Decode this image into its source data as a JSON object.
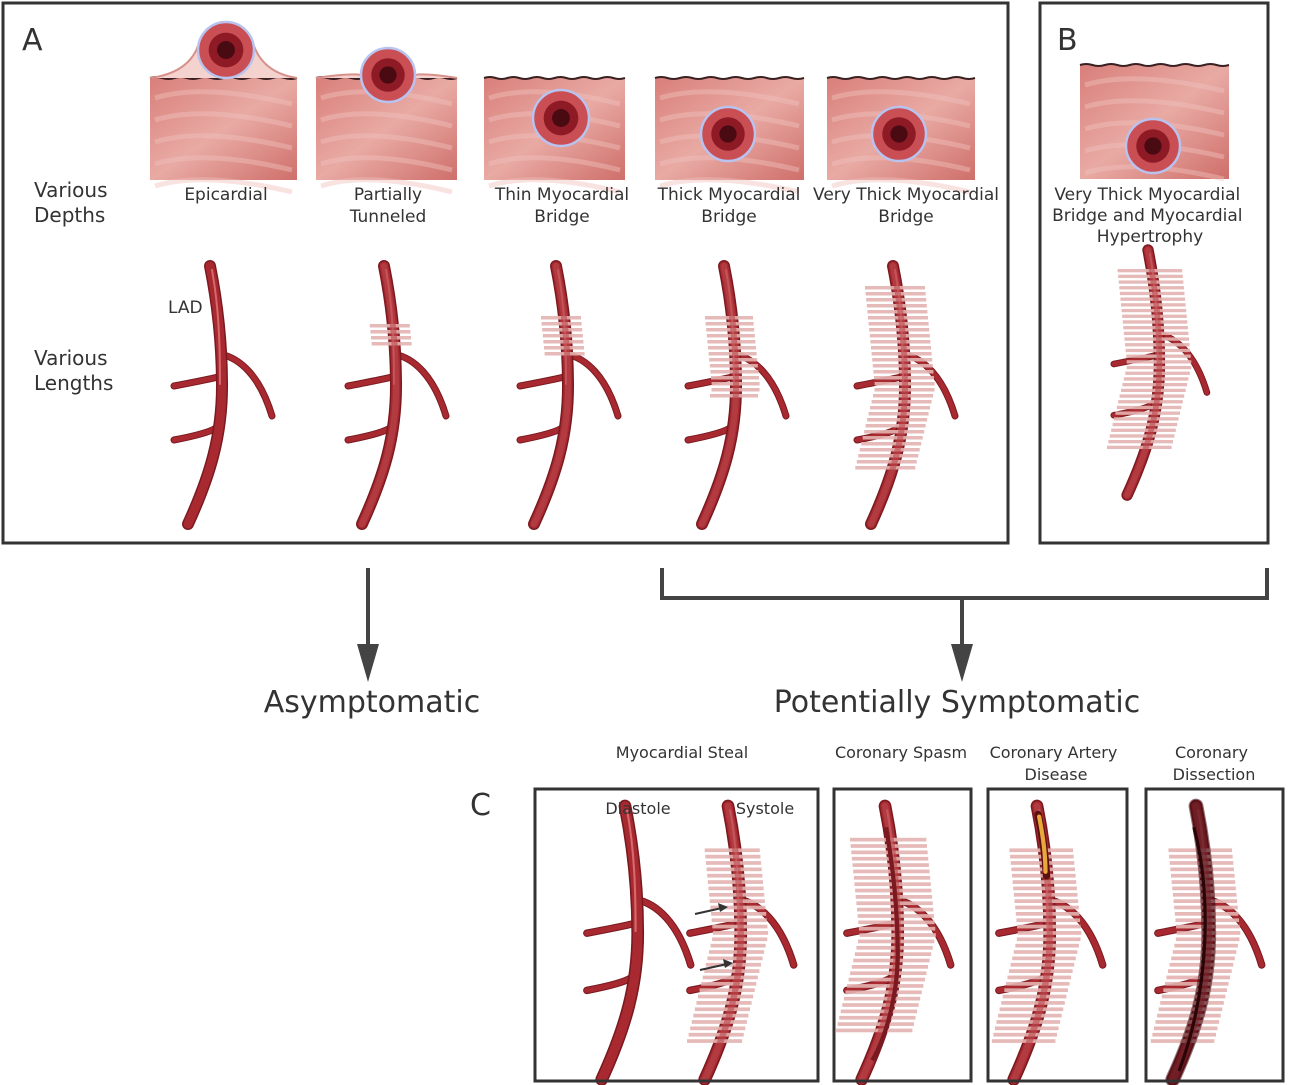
{
  "panels": {
    "a": {
      "letter": "A",
      "row_depths_label": [
        "Various",
        "Depths"
      ],
      "row_lengths_label": [
        "Various",
        "Lengths"
      ],
      "vessel_label": "LAD",
      "depth_captions": [
        [
          "Epicardial"
        ],
        [
          "Partially",
          "Tunneled"
        ],
        [
          "Thin Myocardial",
          "Bridge"
        ],
        [
          "Thick Myocardial",
          "Bridge"
        ],
        [
          "Very Thick Myocardial",
          "Bridge"
        ]
      ]
    },
    "b": {
      "letter": "B",
      "caption": [
        "Very Thick Myocardial",
        "Bridge and Myocardial",
        "Hypertrophy"
      ]
    },
    "c": {
      "letter": "C",
      "group_captions": [
        [
          "Myocardial Steal"
        ],
        [
          "Coronary Spasm"
        ],
        [
          "Coronary Artery",
          "Disease"
        ],
        [
          "Coronary",
          "Dissection"
        ]
      ],
      "steal_labels": {
        "diastole": "Diastole",
        "systole": "Systole"
      }
    }
  },
  "outcomes": {
    "asymptomatic": "Asymptomatic",
    "symptomatic": "Potentially Symptomatic"
  },
  "colors": {
    "artery": "#a82a30",
    "artery_light": "#c8434a",
    "muscle": "#d27874",
    "muscle_light": "#e7a8a2",
    "lumen": "#4a0a12",
    "plaque": "#e8a93a",
    "frame": "#333333"
  }
}
